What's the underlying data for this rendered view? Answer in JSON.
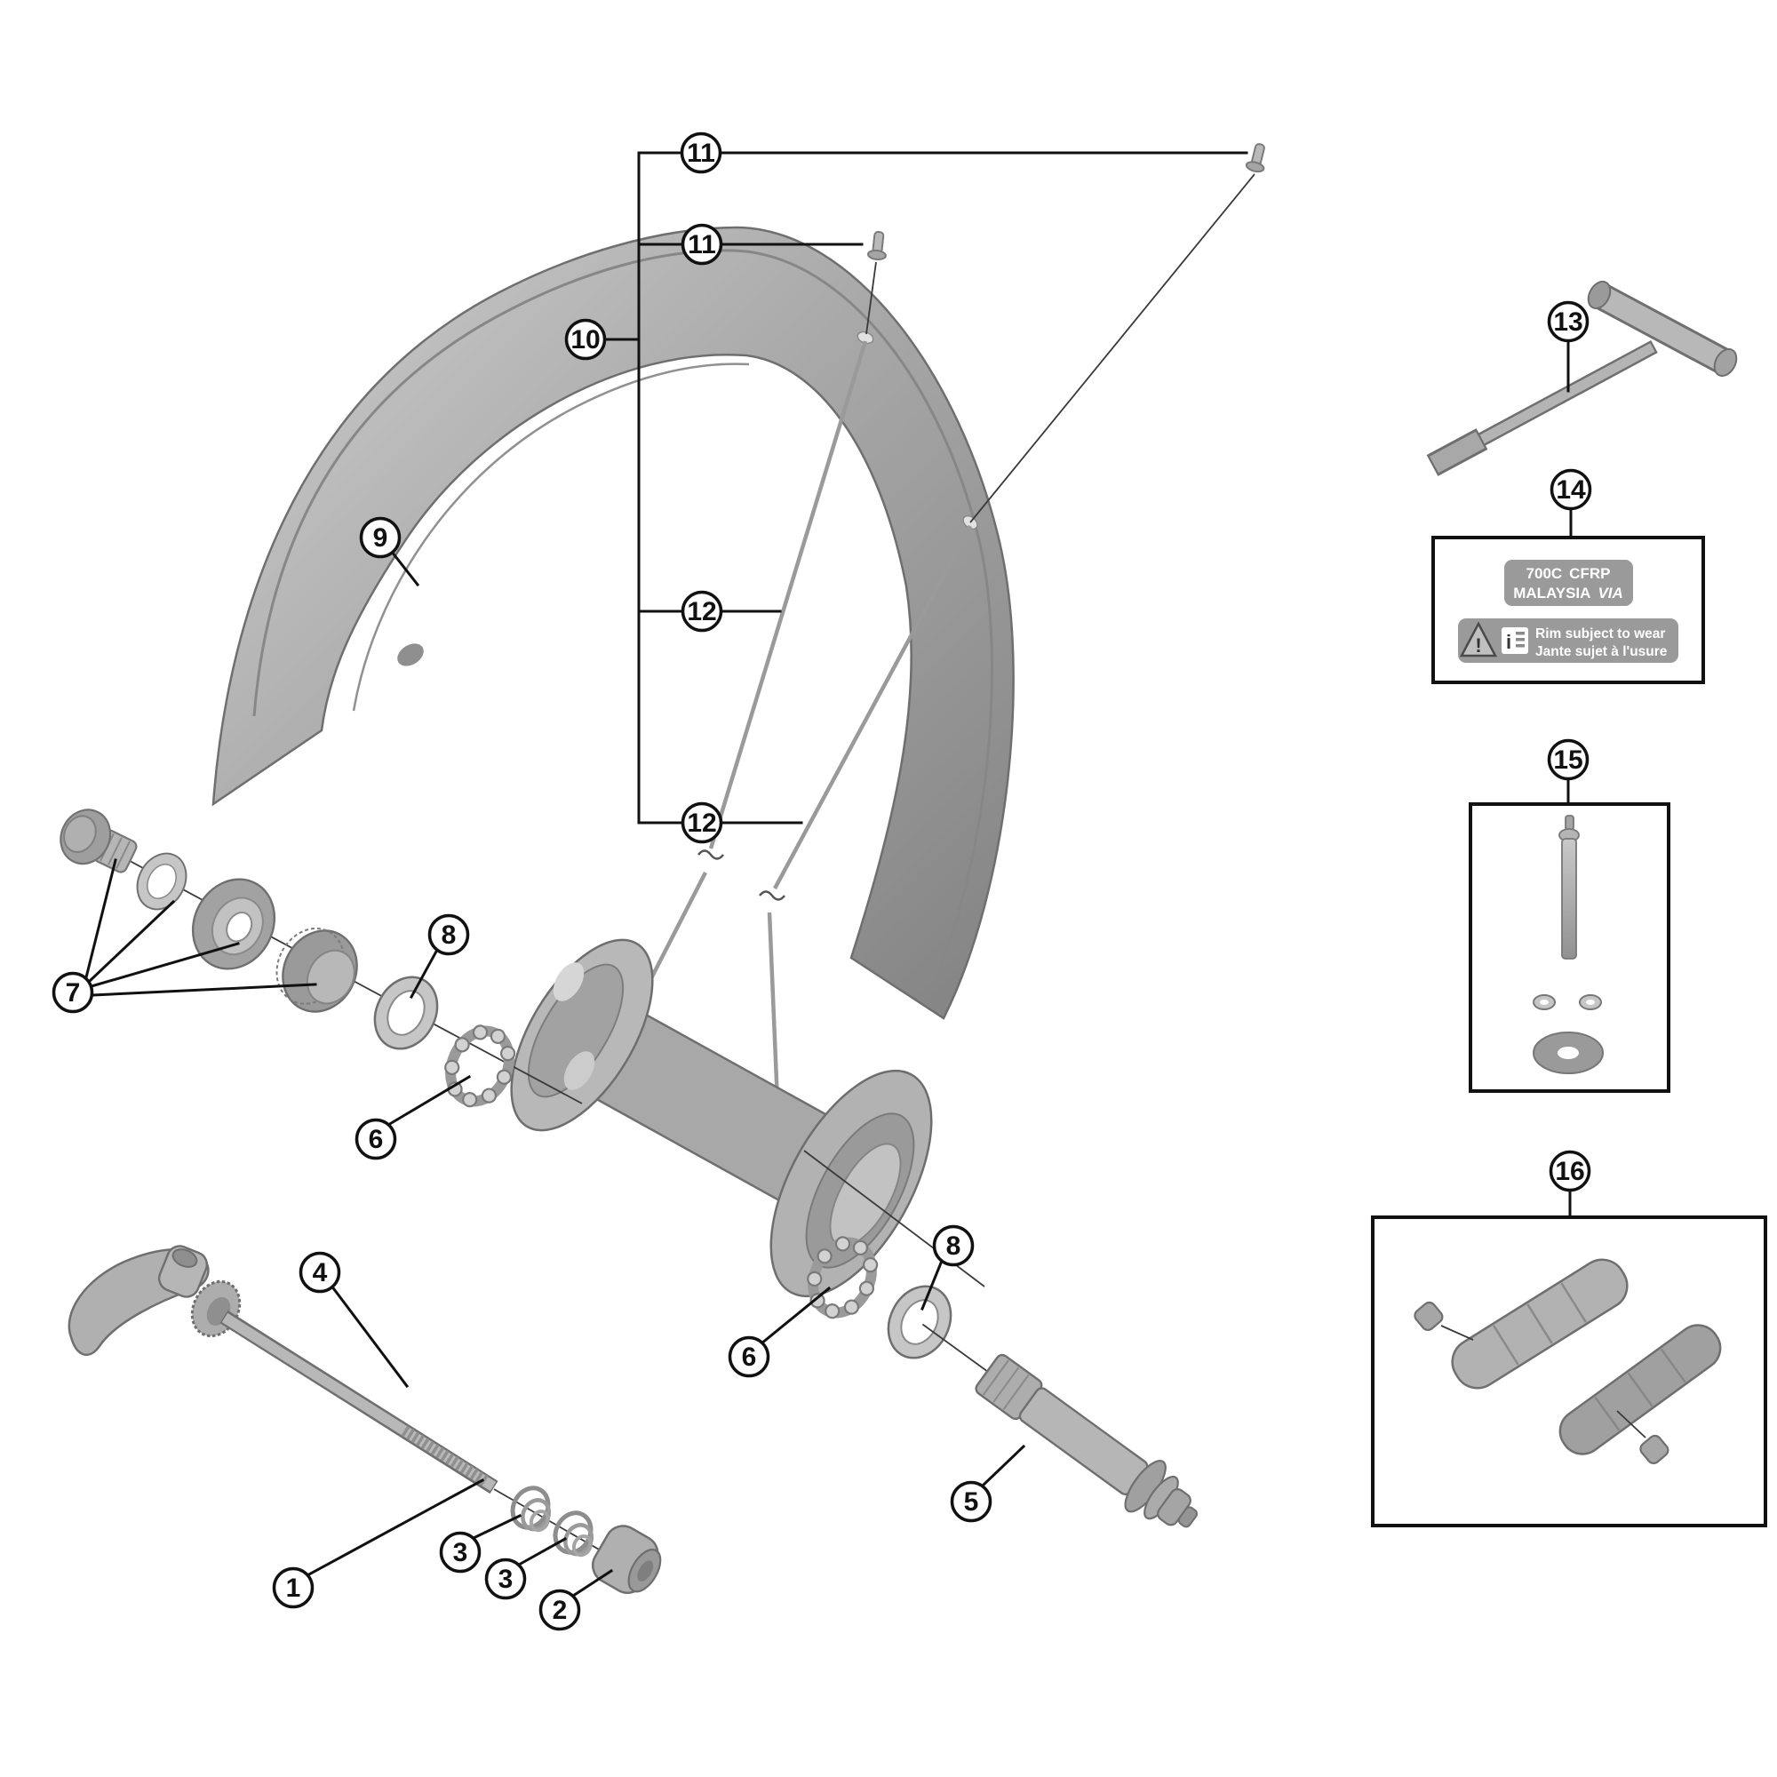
{
  "diagram_type": "exploded-parts-diagram-front-bicycle-wheel",
  "callouts": {
    "n1": "1",
    "n2": "2",
    "n3": "3",
    "n4": "4",
    "n5": "5",
    "n6": "6",
    "n7": "7",
    "n8": "8",
    "n9": "9",
    "n10": "10",
    "n11": "11",
    "n12": "12",
    "n13": "13",
    "n14": "14",
    "n15": "15",
    "n16": "16"
  },
  "rim_sticker": {
    "size": "700C",
    "material": "CFRP",
    "country": "MALAYSIA",
    "brand": "VIA",
    "warning_en": "Rim subject to wear",
    "warning_fr": "Jante sujet à l'usure",
    "warning_symbol": "!",
    "manual_symbol": "i"
  },
  "icons": {
    "warning": "warning-triangle-icon",
    "manual": "instruction-manual-icon"
  },
  "colors": {
    "background": "#ffffff",
    "outline": "#111111",
    "part_light": "#cfcfcf",
    "part_fill": "#b4b4b4",
    "part_mid": "#9c9c9c",
    "part_dark": "#7f7f7f",
    "sticker_bg": "#9a9a9a",
    "sticker_text": "#ffffff"
  }
}
